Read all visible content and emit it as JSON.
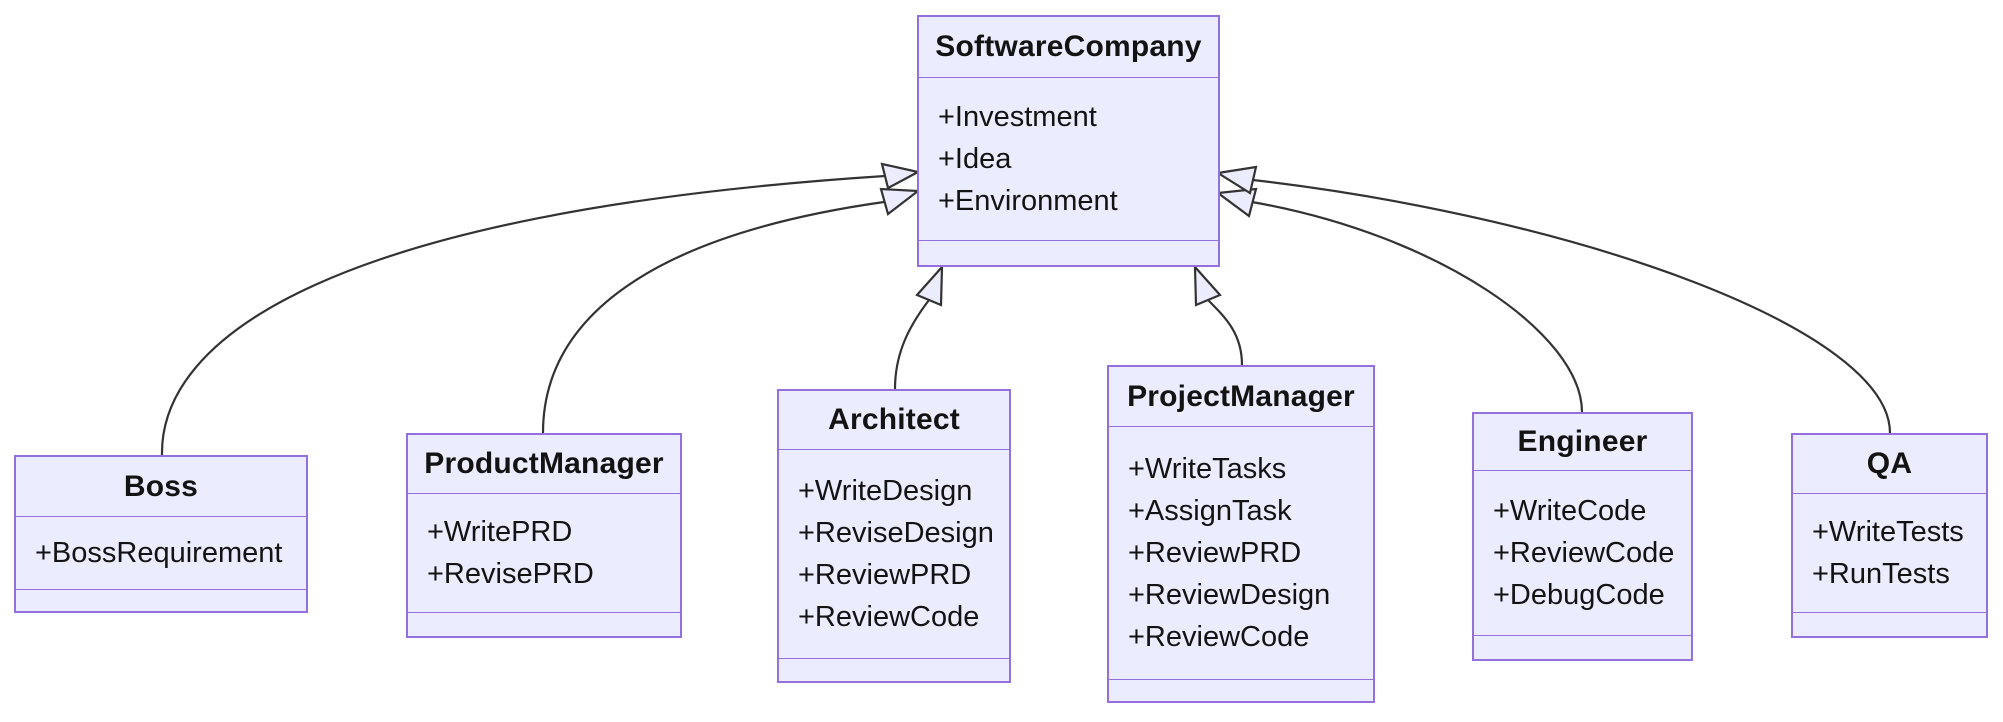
{
  "diagram": {
    "kind": "uml-class-diagram",
    "background": "#FFFFFF",
    "colors": {
      "class_fill": "#ECECFF",
      "class_border": "#9370DB",
      "edge_stroke": "#333333",
      "text_color": "#131313"
    },
    "classes": [
      {
        "name": "SoftwareCompany",
        "members": [
          "+Investment",
          "+Idea",
          "+Environment"
        ]
      },
      {
        "name": "Boss",
        "members": [
          "+BossRequirement"
        ]
      },
      {
        "name": "ProductManager",
        "members": [
          "+WritePRD",
          "+RevisePRD"
        ]
      },
      {
        "name": "Architect",
        "members": [
          "+WriteDesign",
          "+ReviseDesign",
          "+ReviewPRD",
          "+ReviewCode"
        ]
      },
      {
        "name": "ProjectManager",
        "members": [
          "+WriteTasks",
          "+AssignTask",
          "+ReviewPRD",
          "+ReviewDesign",
          "+ReviewCode"
        ]
      },
      {
        "name": "Engineer",
        "members": [
          "+WriteCode",
          "+ReviewCode",
          "+DebugCode"
        ]
      },
      {
        "name": "QA",
        "members": [
          "+WriteTests",
          "+RunTests"
        ]
      }
    ],
    "relationships": [
      {
        "from": "Boss",
        "to": "SoftwareCompany",
        "type": "inheritance"
      },
      {
        "from": "ProductManager",
        "to": "SoftwareCompany",
        "type": "inheritance"
      },
      {
        "from": "Architect",
        "to": "SoftwareCompany",
        "type": "inheritance"
      },
      {
        "from": "ProjectManager",
        "to": "SoftwareCompany",
        "type": "inheritance"
      },
      {
        "from": "Engineer",
        "to": "SoftwareCompany",
        "type": "inheritance"
      },
      {
        "from": "QA",
        "to": "SoftwareCompany",
        "type": "inheritance"
      }
    ]
  }
}
